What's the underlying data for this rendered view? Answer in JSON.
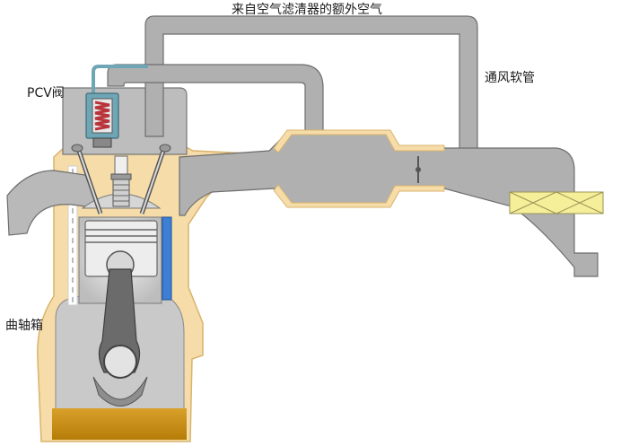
{
  "labels": {
    "air_filter": "来自空气滤清器的额外空气",
    "pcv_valve": "PCV阀",
    "breather_hose": "通风软管",
    "crankcase": "曲轴箱"
  },
  "colors": {
    "hose_fill": "#b0b0b0",
    "hose_stroke": "#6e6e6e",
    "engine_fill": "#bdbdbd",
    "casing": "#f6dca8",
    "casing_stroke": "#d9b36c",
    "oil": "#c8900e",
    "coolant": "#3d7fd6",
    "valve_spring": "#b9343a",
    "pcv_tube": "#6fa6b6",
    "filter": "#f5ef9a"
  }
}
